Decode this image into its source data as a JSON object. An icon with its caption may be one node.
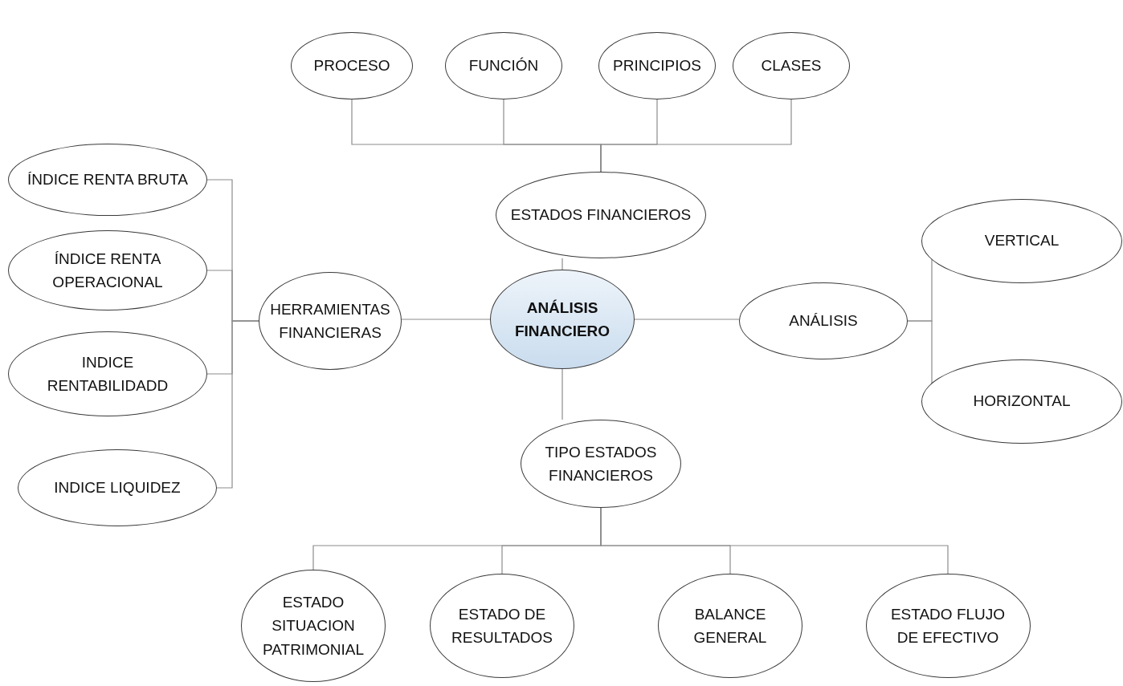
{
  "diagram": {
    "nodes": [
      {
        "text": [
          "PROCESO"
        ]
      },
      {
        "text": [
          "FUNCIÓN"
        ]
      },
      {
        "text": [
          "PRINCIPIOS"
        ]
      },
      {
        "text": [
          "CLASES"
        ]
      },
      {
        "text": [
          "ESTADOS FINANCIEROS"
        ]
      },
      {
        "text": [
          "ÍNDICE RENTA BRUTA"
        ]
      },
      {
        "text": [
          "ÍNDICE RENTA OPERACIONAL"
        ]
      },
      {
        "text": [
          "VERTICAL"
        ]
      },
      {
        "text": [
          "HERRAMIENTAS FINANCIERAS"
        ]
      },
      {
        "text": [
          "ANÁLISIS FINANCIERO"
        ]
      },
      {
        "text": [
          "ANÁLISIS"
        ]
      },
      {
        "text": [
          "INDICE RENTABILIDADD"
        ]
      },
      {
        "text": [
          "HORIZONTAL"
        ]
      },
      {
        "text": [
          "INDICE LIQUIDEZ"
        ]
      },
      {
        "text": [
          "TIPO ESTADOS FINANCIEROS"
        ]
      },
      {
        "text": [
          "ESTADO SITUACION PATRIMONIAL"
        ]
      },
      {
        "text": [
          "ESTADO DE RESULTADOS"
        ]
      },
      {
        "text": [
          "BALANCE GENERAL"
        ]
      },
      {
        "text": [
          "ESTADO FLUJO DE EFECTIVO"
        ]
      }
    ],
    "edges": [
      {
        "from": 4,
        "to": 0,
        "arrow": "none"
      },
      {
        "from": 4,
        "to": 1,
        "arrow": "none"
      },
      {
        "from": 4,
        "to": 2,
        "arrow": "none"
      },
      {
        "from": 4,
        "to": 3,
        "arrow": "none"
      },
      {
        "from": 9,
        "to": 4,
        "arrow": "none"
      },
      {
        "from": 9,
        "to": 8,
        "arrow": "none"
      },
      {
        "from": 9,
        "to": 10,
        "arrow": "none"
      },
      {
        "from": 9,
        "to": 14,
        "arrow": "none"
      },
      {
        "from": 8,
        "to": 5,
        "arrow": "none"
      },
      {
        "from": 8,
        "to": 6,
        "arrow": "none"
      },
      {
        "from": 8,
        "to": 11,
        "arrow": "none"
      },
      {
        "from": 8,
        "to": 13,
        "arrow": "none"
      },
      {
        "from": 10,
        "to": 7,
        "arrow": "none"
      },
      {
        "from": 10,
        "to": 12,
        "arrow": "none"
      },
      {
        "from": 14,
        "to": 15,
        "arrow": "none"
      },
      {
        "from": 14,
        "to": 16,
        "arrow": "none"
      },
      {
        "from": 14,
        "to": 17,
        "arrow": "none"
      },
      {
        "from": 14,
        "to": 18,
        "arrow": "none"
      }
    ]
  }
}
